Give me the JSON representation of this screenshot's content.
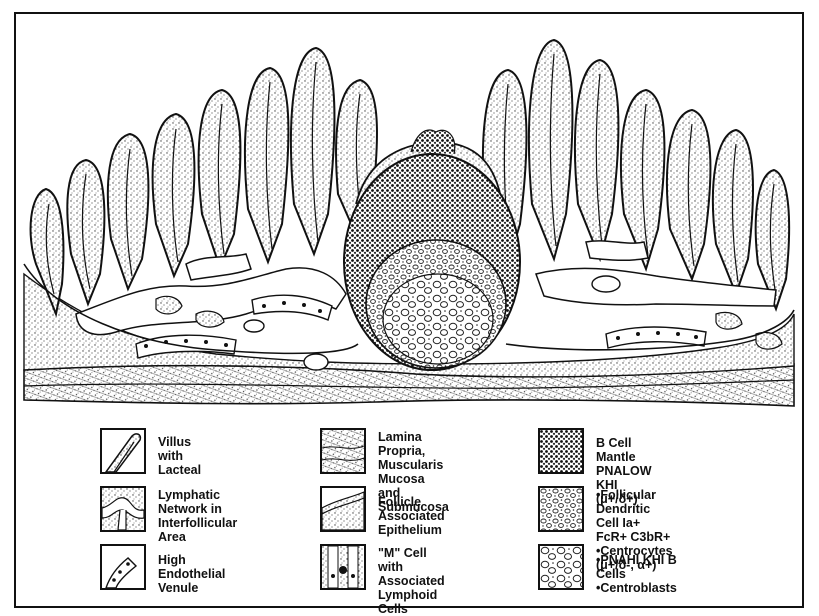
{
  "figure": {
    "legend": [
      {
        "id": "villus",
        "text": "Villus with\nLacteal",
        "icon": "villus-lacteal-swatch"
      },
      {
        "id": "lamina",
        "text": "Lamina Propria,\nMuscularis Mucosa\nand Submucosa",
        "icon": "lamina-propria-swatch"
      },
      {
        "id": "mantle",
        "text": "B Cell Mantle PNALOW KHI\n(μ+/δ+)",
        "icon": "mantle-swatch"
      },
      {
        "id": "lymphatic",
        "text": "Lymphatic\nNetwork in\nInterfollicular Area",
        "icon": "lymphatic-network-swatch"
      },
      {
        "id": "fae",
        "text": "Follicle Associated\nEpithelium",
        "icon": "follicle-epithelium-swatch"
      },
      {
        "id": "fdc",
        "text": "•Follicular Dendritic\n  Cell Ia+ FcR+ C3bR+\n•Centrocytes (μ+/δ-, α+)",
        "icon": "fdc-swatch"
      },
      {
        "id": "hev",
        "text": "High Endothelial\nVenule",
        "icon": "hev-swatch"
      },
      {
        "id": "mcell",
        "text": "\"M\" Cell with\nAssociated\nLymphoid Cells",
        "icon": "m-cell-swatch"
      },
      {
        "id": "centroblasts",
        "text": "•PNAHI KHI B Cells\n•Centroblasts",
        "icon": "centroblast-swatch"
      }
    ]
  }
}
